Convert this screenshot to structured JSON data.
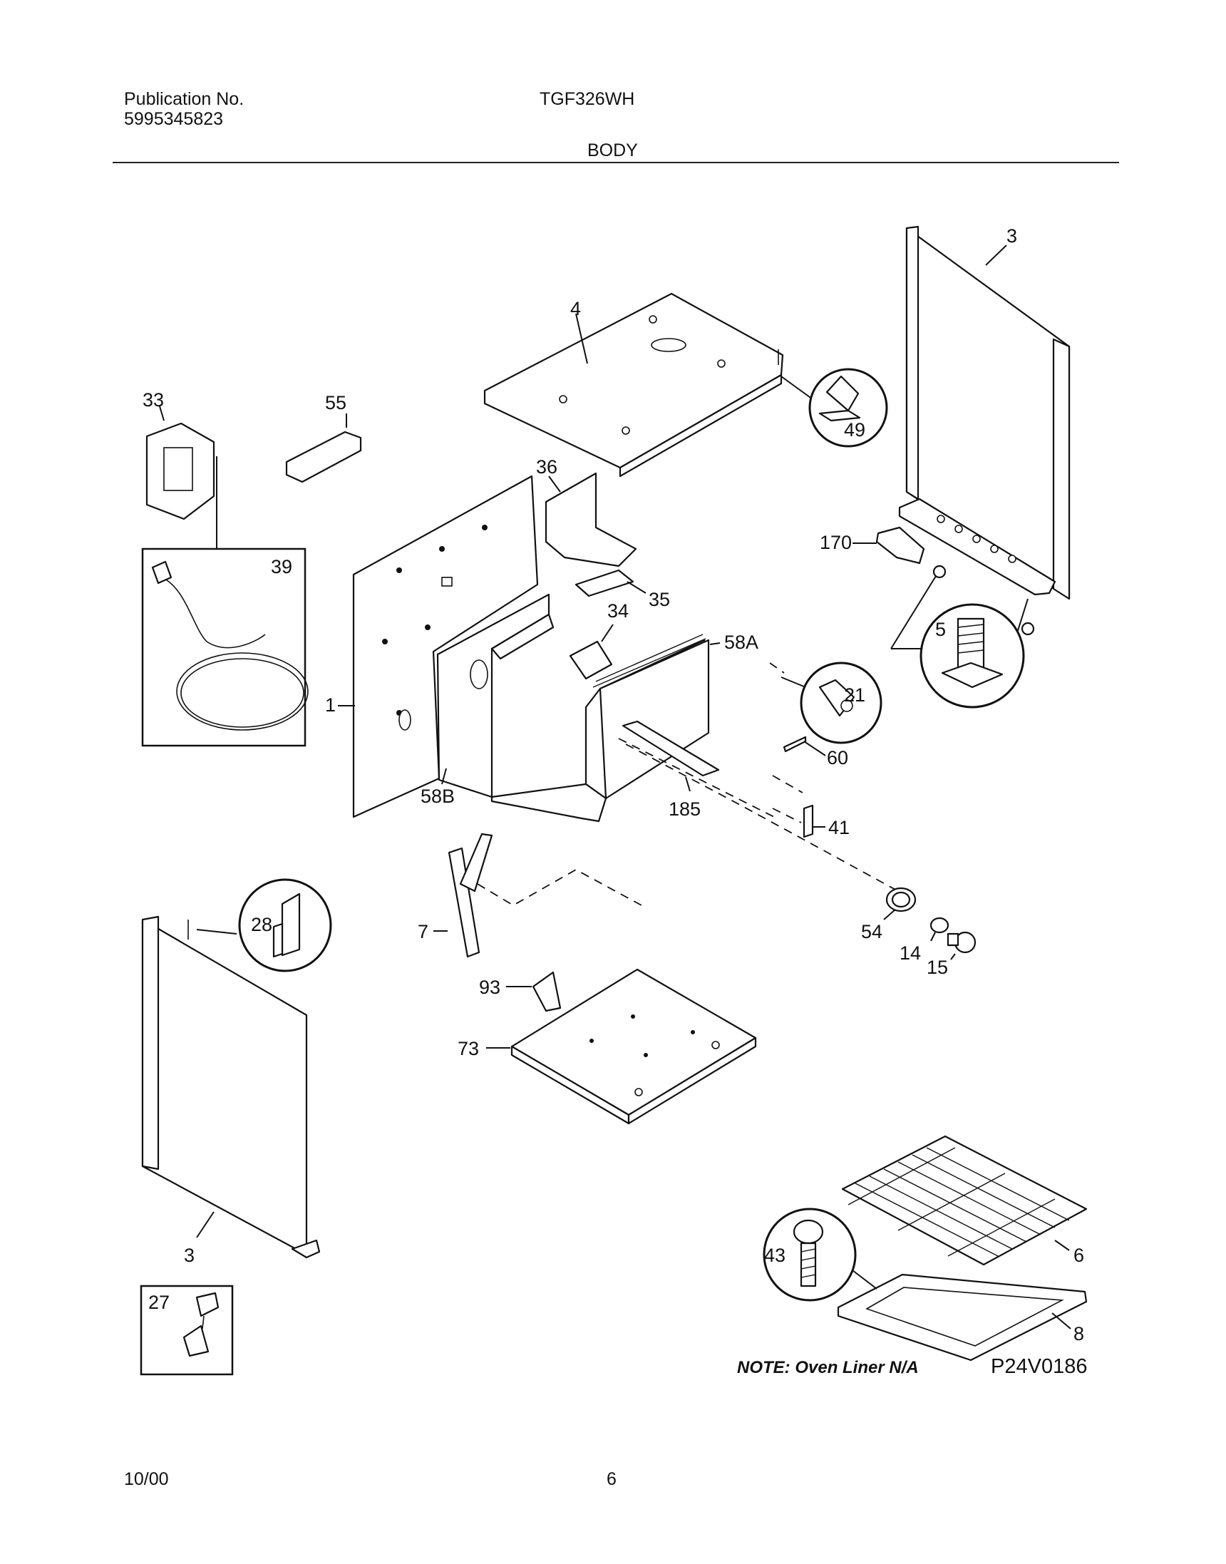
{
  "header": {
    "publication_label": "Publication No.",
    "publication_number": "5995345823",
    "model": "TGF326WH",
    "section": "BODY"
  },
  "footer": {
    "date": "10/00",
    "page": "6"
  },
  "diagram": {
    "note": "NOTE: Oven Liner N/A",
    "code": "P24V0186",
    "labels": {
      "p3_top": "3",
      "p4": "4",
      "p49": "49",
      "p33": "33",
      "p55": "55",
      "p36": "36",
      "p39": "39",
      "p170": "170",
      "p35": "35",
      "p34": "34",
      "p5": "5",
      "p58a": "58A",
      "p1": "1",
      "p21": "21",
      "p58b": "58B",
      "p60": "60",
      "p185": "185",
      "p41": "41",
      "p7": "7",
      "p28": "28",
      "p54": "54",
      "p14": "14",
      "p15": "15",
      "p93": "93",
      "p73": "73",
      "p3_bottom": "3",
      "p43": "43",
      "p6": "6",
      "p27": "27",
      "p8": "8"
    }
  }
}
